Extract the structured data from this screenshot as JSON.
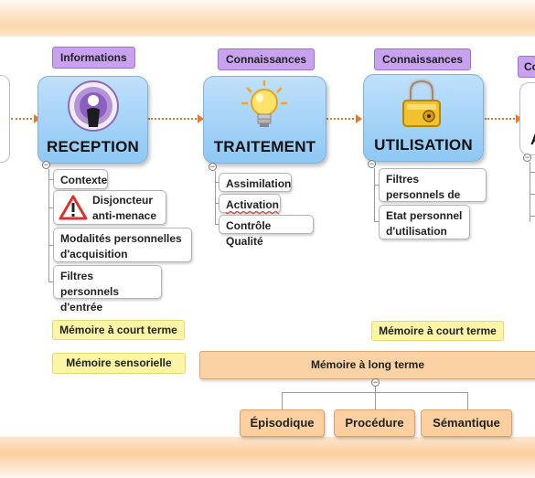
{
  "stages": [
    {
      "tag": "Informations",
      "title": "RECEPTION",
      "icon": "podcast-icon",
      "items": [
        "Contexte",
        "Disjoncteur anti-menace",
        "Modalités personnelles d'acquisition",
        "Filtres personnels d'entrée"
      ]
    },
    {
      "tag": "Connaissances",
      "title": "TRAITEMENT",
      "icon": "lightbulb-icon",
      "items": [
        "Assimilation",
        "Activation",
        "Contrôle Qualité"
      ]
    },
    {
      "tag": "Connaissances",
      "title": "UTILISATION",
      "icon": "padlock-icon",
      "items": [
        "Filtres personnels de sorties",
        "Etat personnel d'utilisation"
      ]
    },
    {
      "tag": "Co",
      "title": "A",
      "icon": "",
      "items": []
    }
  ],
  "memory": {
    "short_term_1": "Mémoire à court terme",
    "short_term_2": "Mémoire à court terme",
    "sensory": "Mémoire sensorielle",
    "long_term": "Mémoire à long terme",
    "long_term_types": [
      "Épisodique",
      "Procédure",
      "Sémantique"
    ]
  },
  "colors": {
    "stage_fill": "#8ec8f4",
    "tag_fill": "#c9a2ef",
    "arrow": "#e77b2c",
    "short_term_fill": "#fdf5a6",
    "long_term_fill": "#fbd2a4"
  }
}
